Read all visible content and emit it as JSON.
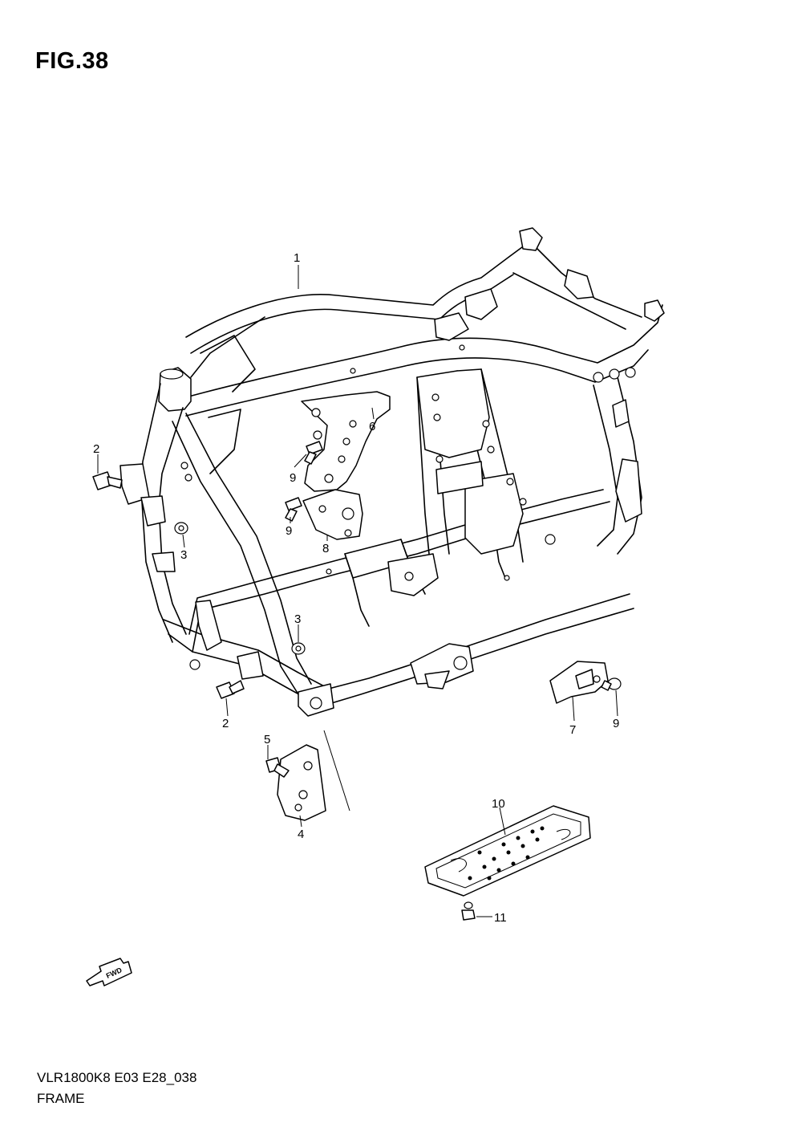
{
  "figure": {
    "title": "FIG.38",
    "model_code": "VLR1800K8 E03 E28_038",
    "section_name": "FRAME"
  },
  "direction_arrow": {
    "label": "FWD",
    "icon": "fwd-arrow-icon"
  },
  "callouts": [
    {
      "id": "c1",
      "number": "1"
    },
    {
      "id": "c2a",
      "number": "2"
    },
    {
      "id": "c2b",
      "number": "2"
    },
    {
      "id": "c3a",
      "number": "3"
    },
    {
      "id": "c3b",
      "number": "3"
    },
    {
      "id": "c4",
      "number": "4"
    },
    {
      "id": "c5",
      "number": "5"
    },
    {
      "id": "c6",
      "number": "6"
    },
    {
      "id": "c7",
      "number": "7"
    },
    {
      "id": "c8",
      "number": "8"
    },
    {
      "id": "c9a",
      "number": "9"
    },
    {
      "id": "c9b",
      "number": "9"
    },
    {
      "id": "c9c",
      "number": "9"
    },
    {
      "id": "c10",
      "number": "10"
    },
    {
      "id": "c11",
      "number": "11"
    }
  ]
}
